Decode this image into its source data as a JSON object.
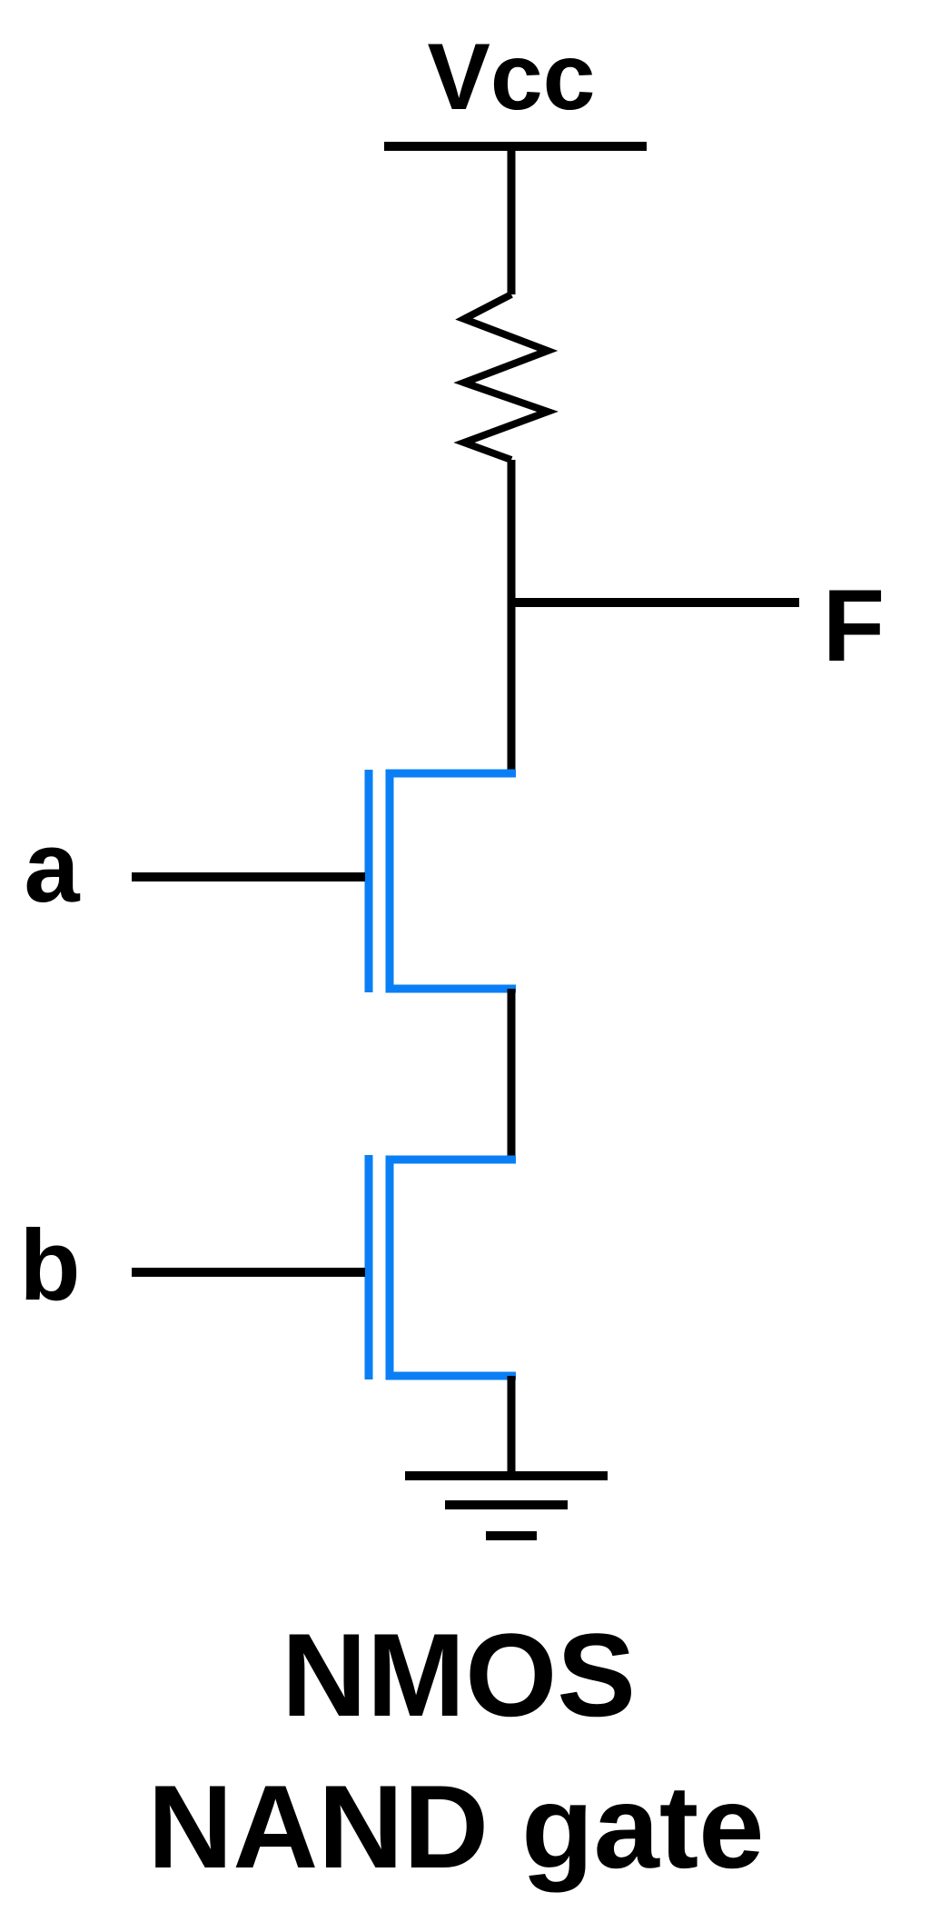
{
  "labels": {
    "supply": "Vcc",
    "output": "F",
    "input_a": "a",
    "input_b": "b"
  },
  "caption": {
    "line1": "NMOS",
    "line2": "NAND gate"
  },
  "colors": {
    "wire": "#000000",
    "transistor": "#0a7ff5",
    "background": "#ffffff"
  }
}
